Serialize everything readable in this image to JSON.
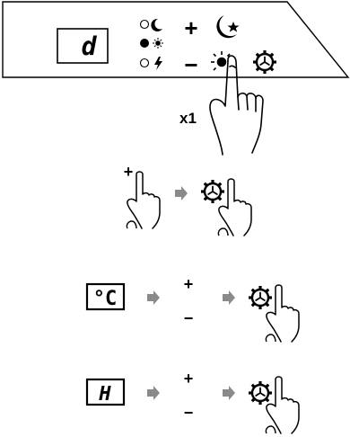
{
  "panel": {
    "display_value": "d",
    "modes": [
      {
        "indicator": "hollow",
        "icon": "moon-icon"
      },
      {
        "indicator": "filled",
        "icon": "sun-icon"
      },
      {
        "indicator": "hollow",
        "icon": "lightning-icon"
      }
    ],
    "plus_label": "+",
    "minus_label": "−",
    "buttons": [
      "moon-star-icon",
      "brightness-icon",
      "gear-icon"
    ]
  },
  "press_count": "x1",
  "steps": [
    {
      "action": "touch-plus",
      "arrow": "grey-arrow",
      "result": "touch-gear"
    },
    {
      "display": "°C",
      "plus": "+",
      "minus": "−"
    },
    {
      "display": "H",
      "plus": "+",
      "minus": "−"
    }
  ],
  "colors": {
    "ink": "#000000",
    "arrow": "#8a8a8a",
    "panel": "#ffffff"
  }
}
